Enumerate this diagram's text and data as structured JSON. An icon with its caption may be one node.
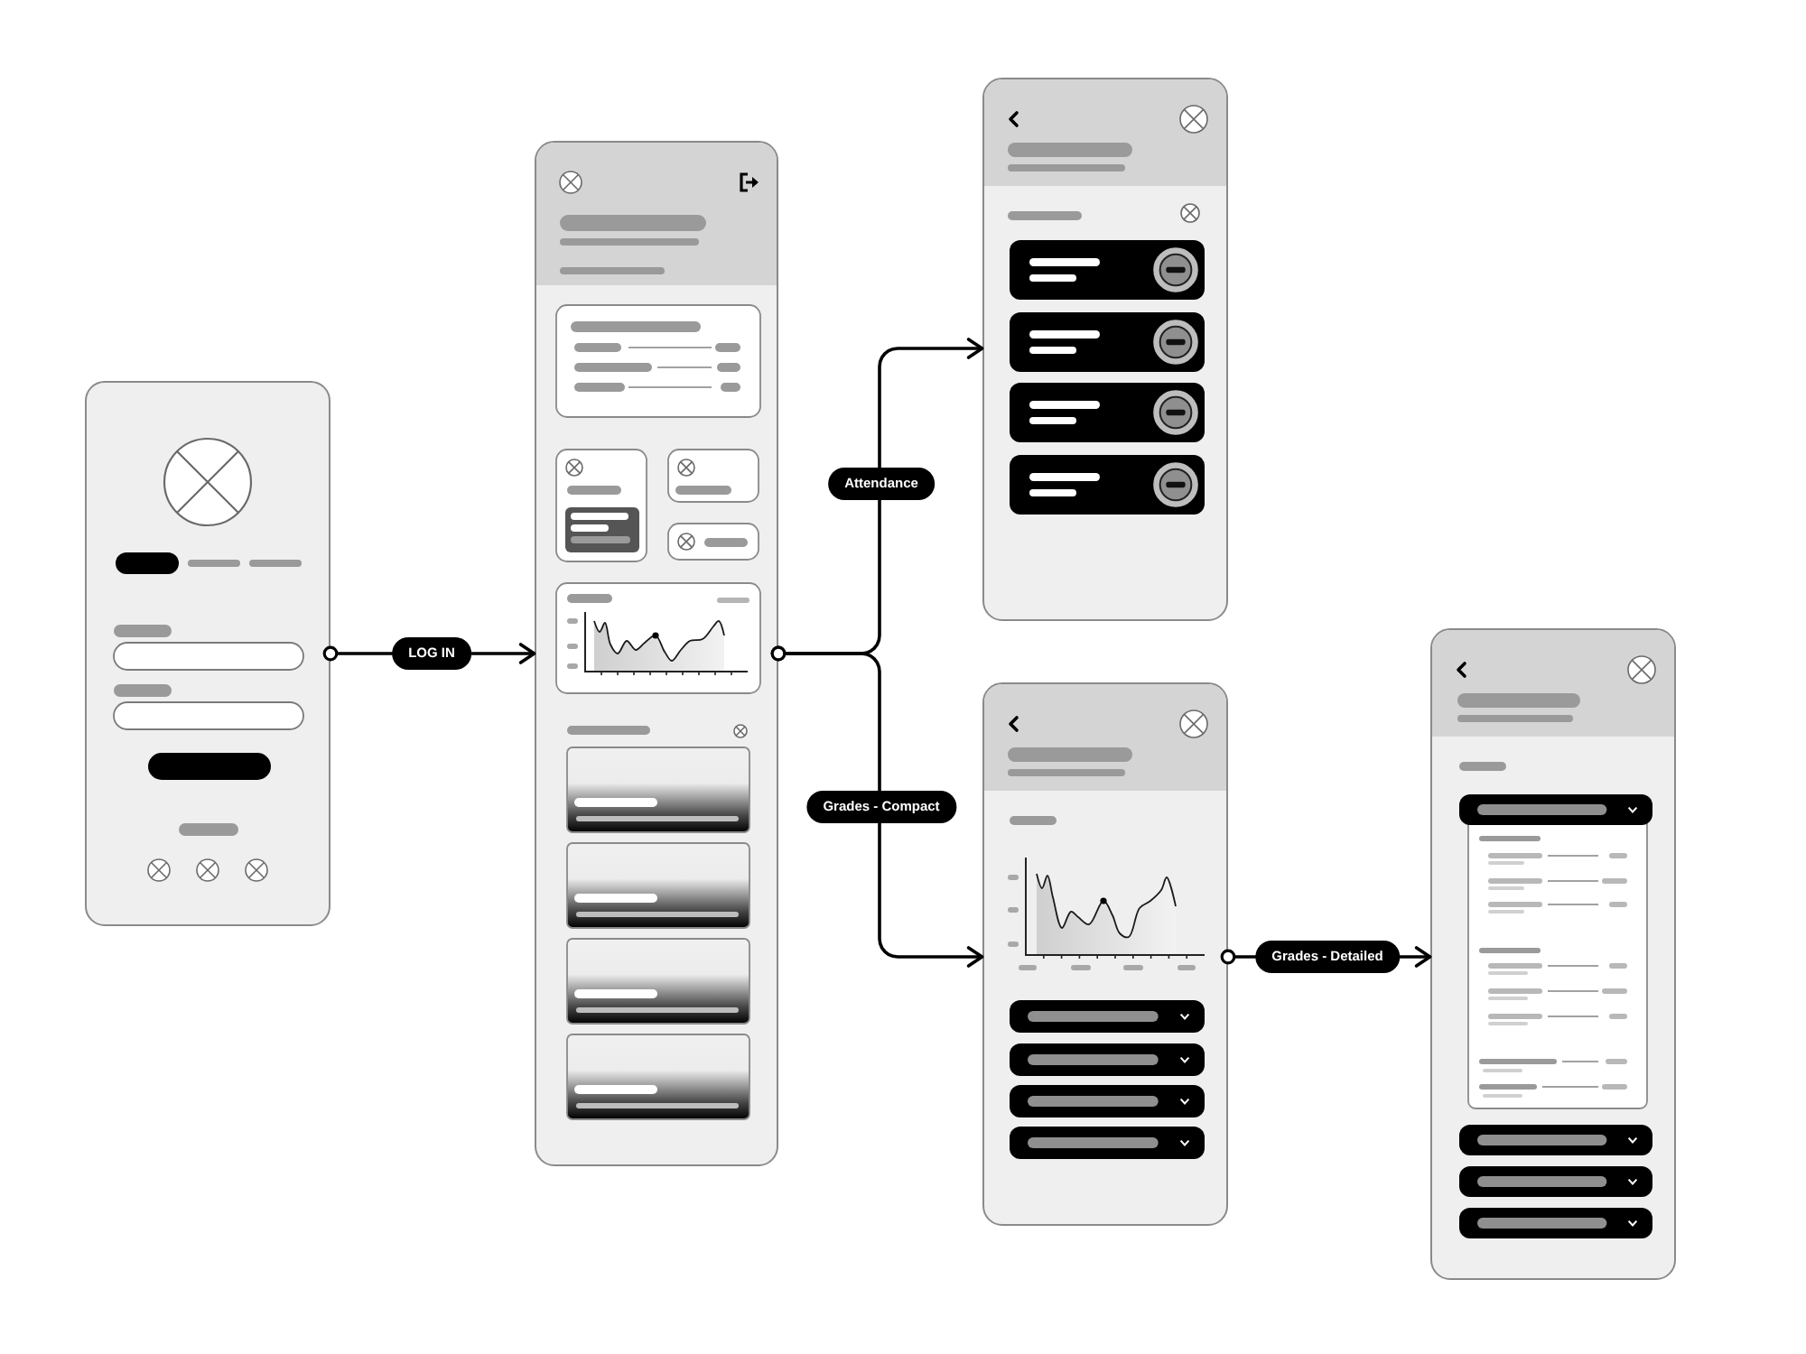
{
  "diagram": {
    "nodes": [
      {
        "text": [],
        "shape": "box"
      },
      {
        "text": [],
        "shape": "box"
      },
      {
        "text": [],
        "shape": "box"
      },
      {
        "text": [],
        "shape": "box"
      },
      {
        "text": [],
        "shape": "box"
      }
    ],
    "edges": [
      {
        "from": 0,
        "to": 1,
        "arrow": "to",
        "label": "LOG IN"
      },
      {
        "from": 1,
        "to": 2,
        "arrow": "to",
        "label": "Attendance"
      },
      {
        "from": 1,
        "to": 3,
        "arrow": "to",
        "label": "Grades - Compact"
      },
      {
        "from": 3,
        "to": 4,
        "arrow": "to",
        "label": "Grades - Detailed"
      }
    ]
  }
}
